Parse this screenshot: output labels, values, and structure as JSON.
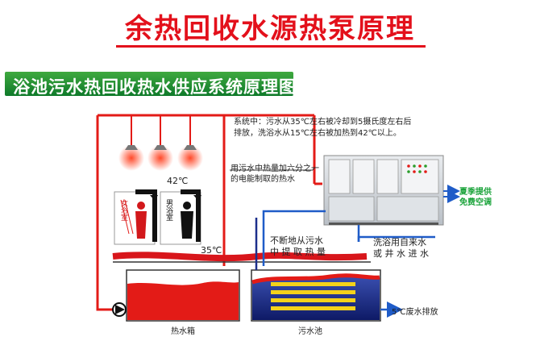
{
  "title": "余热回收水源热泵原理",
  "subtitle": "浴池污水热回收热水供应系统原理图",
  "notes": {
    "line1": "系统中：污水从35℃左右被冷却到5摄氏度左右后",
    "line2": "排放，洗浴水从15℃左右被加热到42℃以上。"
  },
  "callout": {
    "line1": "用污水中热量加六分之一",
    "line2": "的电能制取的热水"
  },
  "extract": {
    "line1": "不断地从污水",
    "line2": "中 提 取 热 量"
  },
  "tapwater": {
    "line1": "洗浴用自来水",
    "line2": "或 井 水 进 水"
  },
  "features": [
    "夏季提供",
    "免费空调"
  ],
  "temps": {
    "shower": "42℃",
    "waste_in": "35℃",
    "waste_out": "5℃废水排放"
  },
  "rooms": {
    "female": "女浴室",
    "male": "男浴室"
  },
  "tanks": {
    "hot": "热水箱",
    "waste": "污水池"
  },
  "colors": {
    "hot_water": "#e31b17",
    "waste_water": "#1c2f8c",
    "cold_pipe": "#1f5cc8",
    "green_text": "#1aa33a",
    "coil": "#f5d21a"
  }
}
